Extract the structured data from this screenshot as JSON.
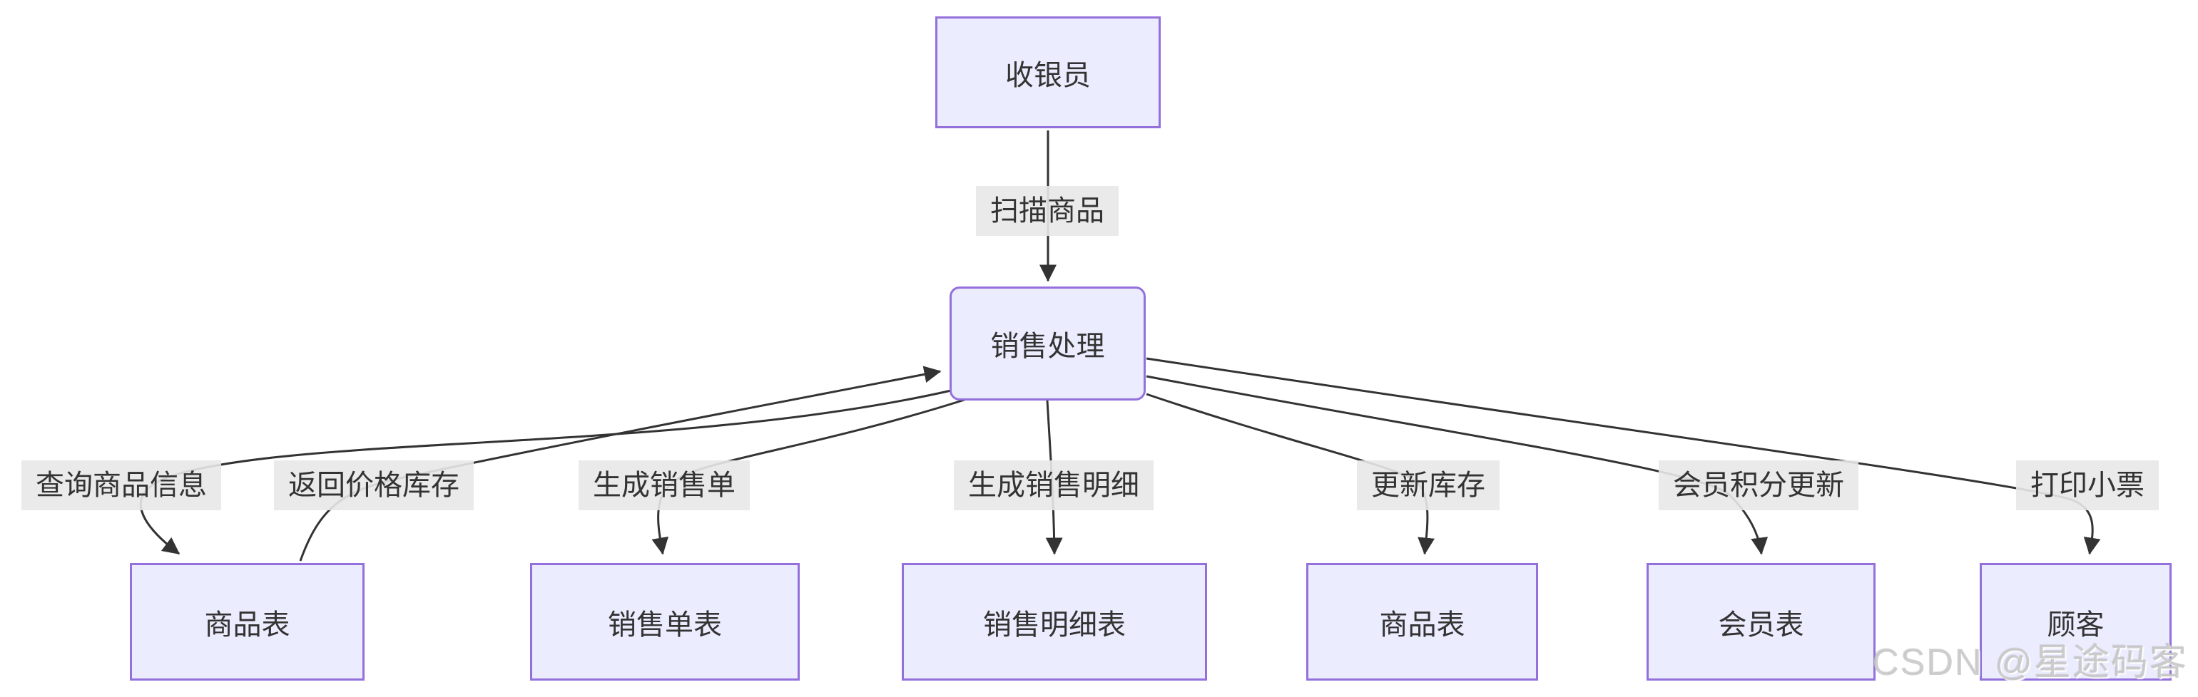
{
  "diagram": {
    "type": "flowchart",
    "colors": {
      "background": "#ffffff",
      "node_fill": "#ECECFF",
      "node_border": "#9370DB",
      "edge_line": "#333333",
      "edge_label_bg": "#e8e8e8",
      "text": "#333333",
      "watermark_text_color": "#c6c6c6"
    },
    "nodes": [
      {
        "id": "cashier",
        "label": "收银员",
        "shape": "rect"
      },
      {
        "id": "process",
        "label": "销售处理",
        "shape": "rounded"
      },
      {
        "id": "product1",
        "label": "商品表",
        "shape": "rect"
      },
      {
        "id": "salesorder",
        "label": "销售单表",
        "shape": "rect"
      },
      {
        "id": "salesdetail",
        "label": "销售明细表",
        "shape": "rect"
      },
      {
        "id": "product2",
        "label": "商品表",
        "shape": "rect"
      },
      {
        "id": "member",
        "label": "会员表",
        "shape": "rect"
      },
      {
        "id": "customer",
        "label": "顾客",
        "shape": "rect"
      }
    ],
    "edges": [
      {
        "label": "扫描商品",
        "from": "收银员",
        "to": "销售处理"
      },
      {
        "label": "查询商品信息",
        "from": "销售处理",
        "to": "商品表"
      },
      {
        "label": "返回价格库存",
        "from": "商品表",
        "to": "销售处理"
      },
      {
        "label": "生成销售单",
        "from": "销售处理",
        "to": "销售单表"
      },
      {
        "label": "生成销售明细",
        "from": "销售处理",
        "to": "销售明细表"
      },
      {
        "label": "更新库存",
        "from": "销售处理",
        "to": "商品表"
      },
      {
        "label": "会员积分更新",
        "from": "销售处理",
        "to": "会员表"
      },
      {
        "label": "打印小票",
        "from": "销售处理",
        "to": "顾客"
      }
    ],
    "watermark": "CSDN @星途码客"
  }
}
